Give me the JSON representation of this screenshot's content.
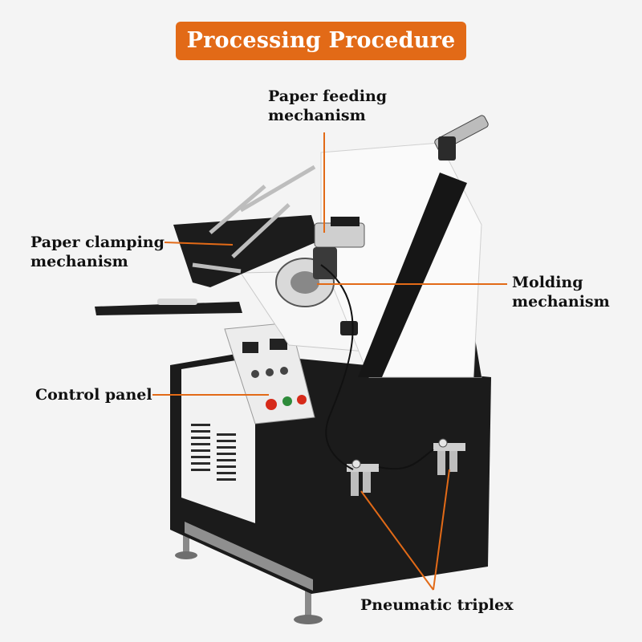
{
  "title": "Processing Procedure",
  "labels": {
    "paper_feeding_line1": "Paper feeding",
    "paper_feeding_line2": "mechanism",
    "paper_clamping_line1": "Paper clamping",
    "paper_clamping_line2": "mechanism",
    "molding_line1": "Molding",
    "molding_line2": "mechanism",
    "control_panel": "Control panel",
    "pneumatic_triplex": "Pneumatic triplex"
  },
  "panel": {
    "button_labels": [
      "",
      "",
      ""
    ],
    "button_colors": [
      "#d62a1a",
      "#2e8b3a",
      "#d62a1a"
    ]
  },
  "colors": {
    "accent": "#e26a17",
    "machine_black": "#1b1b1b",
    "machine_white": "#f7f7f7",
    "leader_line": "#e26a17"
  }
}
